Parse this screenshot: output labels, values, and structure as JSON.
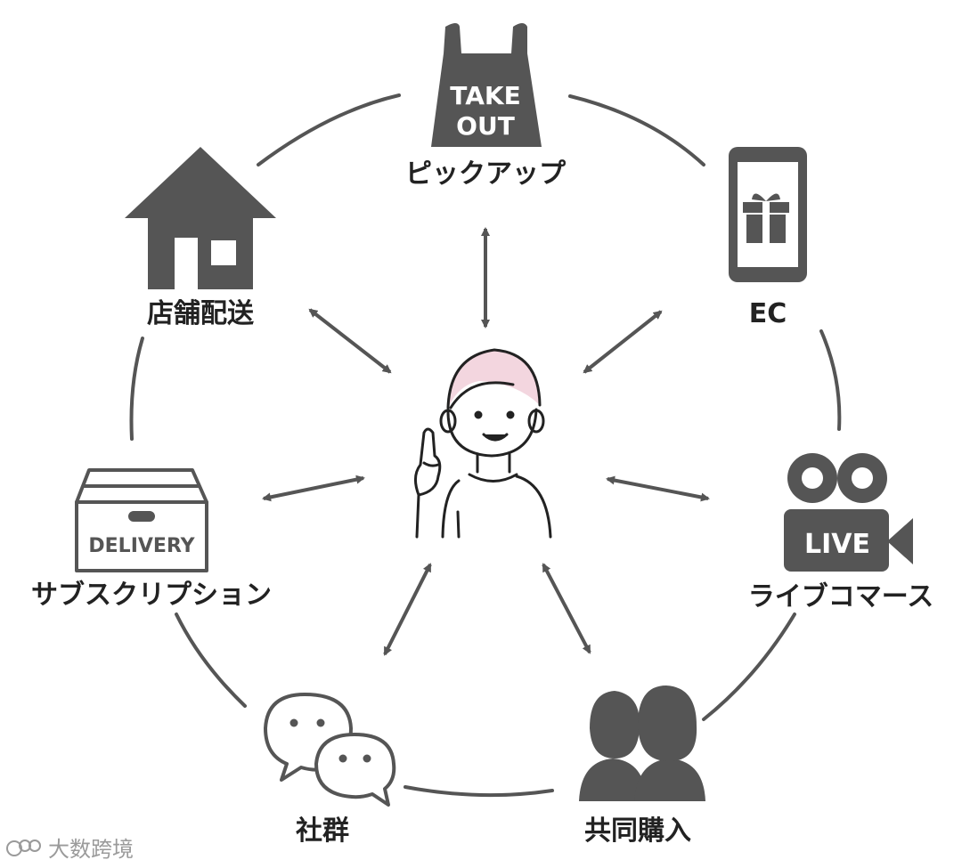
{
  "colors": {
    "icon": "#555555",
    "ring": "#555555",
    "label": "#222222",
    "hair": "#f3d6df",
    "background": "#ffffff"
  },
  "center": {
    "icon": "person-pointing-icon"
  },
  "nodes": [
    {
      "id": "pickup",
      "label": "ピックアップ",
      "icon": "takeout-bag-icon",
      "badge": [
        "TAKE",
        "OUT"
      ]
    },
    {
      "id": "ec",
      "label": "EC",
      "icon": "smartphone-gift-icon"
    },
    {
      "id": "live",
      "label": "ライブコマース",
      "icon": "video-camera-icon",
      "badge": "LIVE"
    },
    {
      "id": "group-buy",
      "label": "共同購入",
      "icon": "two-people-icon"
    },
    {
      "id": "community",
      "label": "社群",
      "icon": "chat-bubbles-icon"
    },
    {
      "id": "subscription",
      "label": "サブスクリプション",
      "icon": "delivery-box-icon",
      "badge": "DELIVERY"
    },
    {
      "id": "store-delivery",
      "label": "店舗配送",
      "icon": "house-icon"
    }
  ],
  "watermark": {
    "text": "大数跨境",
    "icon": "logo-icon"
  }
}
